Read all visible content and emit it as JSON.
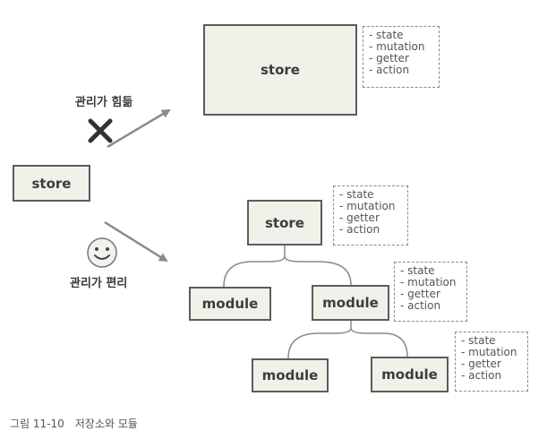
{
  "top_store": {
    "label": "store",
    "notes": [
      "- state",
      "- mutation",
      "- getter",
      "- action"
    ]
  },
  "left_store": {
    "label": "store"
  },
  "hard_label": "관리가 힘듦",
  "easy_label": "관리가 편리",
  "mid_store": {
    "label": "store",
    "notes": [
      "- state",
      "- mutation",
      "- getter",
      "- action"
    ]
  },
  "module_left": {
    "label": "module"
  },
  "module_mid": {
    "label": "module",
    "notes": [
      "- state",
      "- mutation",
      "- getter",
      "- action"
    ]
  },
  "module_bl": {
    "label": "module"
  },
  "module_br": {
    "label": "module",
    "notes": [
      "- state",
      "- mutation",
      "- getter",
      "- action"
    ]
  },
  "caption": {
    "number": "그림 11-10",
    "title": "저장소와 모듈"
  },
  "icons": {
    "cross": "cross-icon",
    "smiley": "smiley-face-icon"
  },
  "colors": {
    "box_fill": "#eef2e9",
    "box_border": "#5c5c5c",
    "arrow": "#8a8a8a"
  }
}
